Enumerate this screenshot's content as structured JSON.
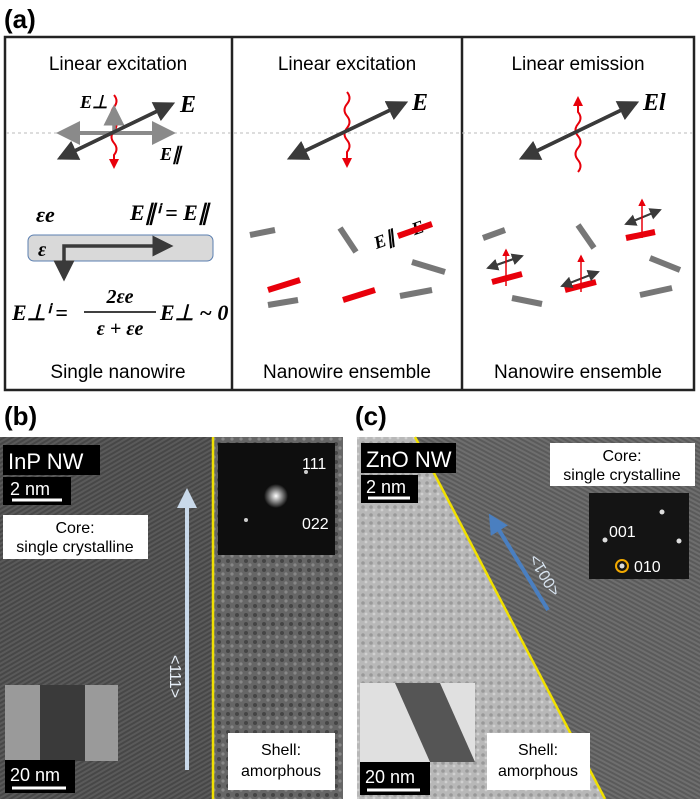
{
  "panel_a": {
    "label": "(a)",
    "col1": {
      "title": "Linear excitation",
      "footer": "Single nanowire",
      "e_perp": "E⊥",
      "e": "E",
      "e_par": "E∥",
      "eps_e": "εe",
      "eps": "ε",
      "eq_par": "E∥ⁱ = E∥",
      "eq_perp_lhs": "E⊥ⁱ =",
      "eq_perp_num": "2εe",
      "eq_perp_den": "ε + εe",
      "eq_perp_rhs": "E⊥ ~ 0"
    },
    "col2": {
      "title": "Linear excitation",
      "footer": "Nanowire ensemble",
      "e": "E",
      "eq": "E∥ ~ E"
    },
    "col3": {
      "title": "Linear emission",
      "footer": "Nanowire ensemble",
      "e": "El"
    },
    "colors": {
      "red": "#e8000b",
      "dark_arrow": "#3a3a3a",
      "gray_arrow": "#8a8a8a"
    }
  },
  "panel_b": {
    "label": "(b)",
    "material": "InP NW",
    "scale": "2 nm",
    "core_label_1": "Core:",
    "core_label_2": "single crystalline",
    "direction": "<111>",
    "saed_1": "111",
    "saed_2": "022",
    "inset_scale": "20 nm",
    "shell_label_1": "Shell:",
    "shell_label_2": "amorphous"
  },
  "panel_c": {
    "label": "(c)",
    "material": "ZnO NW",
    "scale": "2 nm",
    "core_label_1": "Core:",
    "core_label_2": "single crystalline",
    "direction": "<001>",
    "saed_1": "001",
    "saed_2": "010",
    "inset_scale": "20 nm",
    "shell_label_1": "Shell:",
    "shell_label_2": "amorphous"
  }
}
